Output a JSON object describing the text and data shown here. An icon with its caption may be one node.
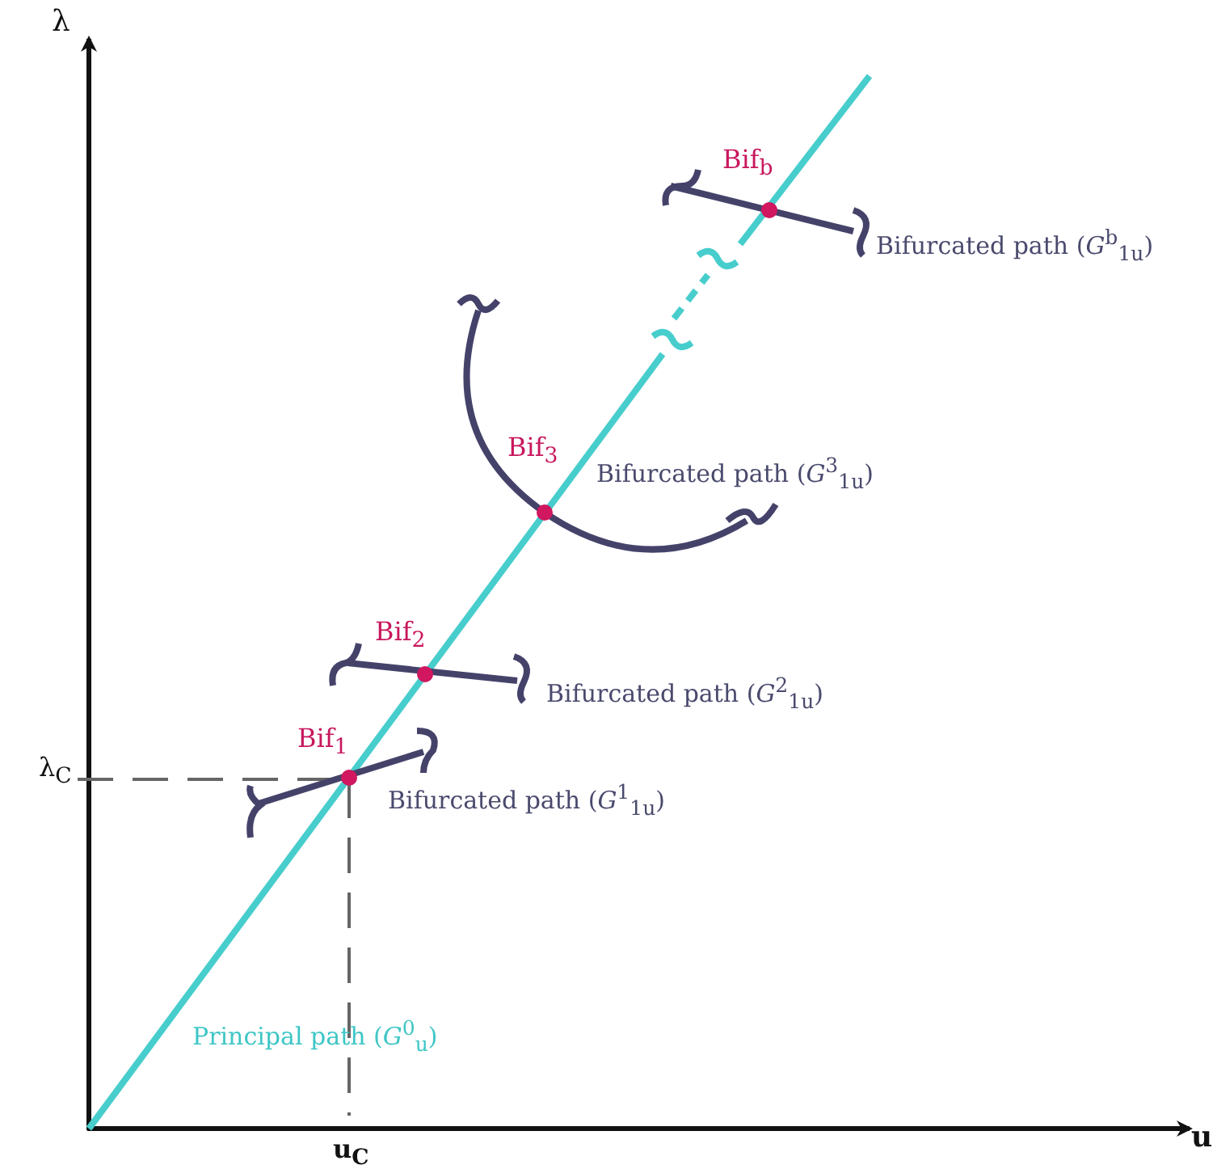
{
  "diagram": {
    "labels": [
      "λ",
      "Bif$_{b}$",
      "Bifurcated path (*G*$^{b}$$_{1}$$_{u}$)",
      "Bif$_{3}$",
      "Bifurcated path (*G*$^{3}$$_{1}$$_{u}$)",
      "Bif$_{2}$",
      "Bifurcated path (*G*$^{2}$$_{1}$$_{u}$)",
      "λ$_{C}$",
      "Bif$_{1}$",
      "Bifurcated path (*G*$^{1}$$_{1}$$_{u}$)",
      "Principal path (*G*$^{0}$$_{u}$)",
      "u$_{C}$",
      "u"
    ]
  }
}
